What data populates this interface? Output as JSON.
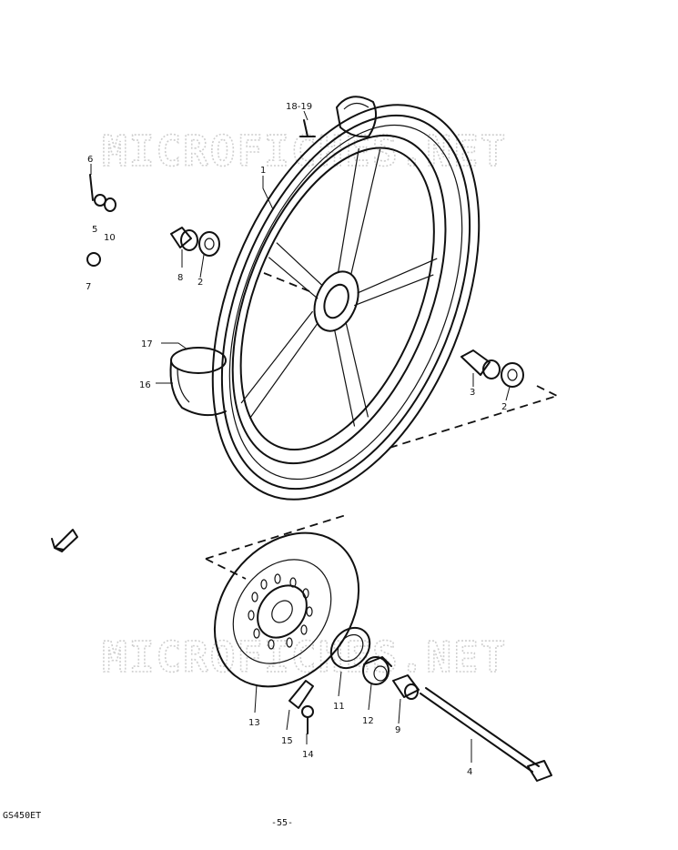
{
  "watermarks": [
    "MICROFICHES.NET",
    "MICROFICHES.NET"
  ],
  "model_code": "GS450ET",
  "page_number": "-55-",
  "callouts": [
    "1",
    "2",
    "2",
    "3",
    "4",
    "5",
    "6",
    "7",
    "8",
    "9",
    "10",
    "11",
    "12",
    "13",
    "14",
    "15",
    "16",
    "17",
    "18-19"
  ]
}
